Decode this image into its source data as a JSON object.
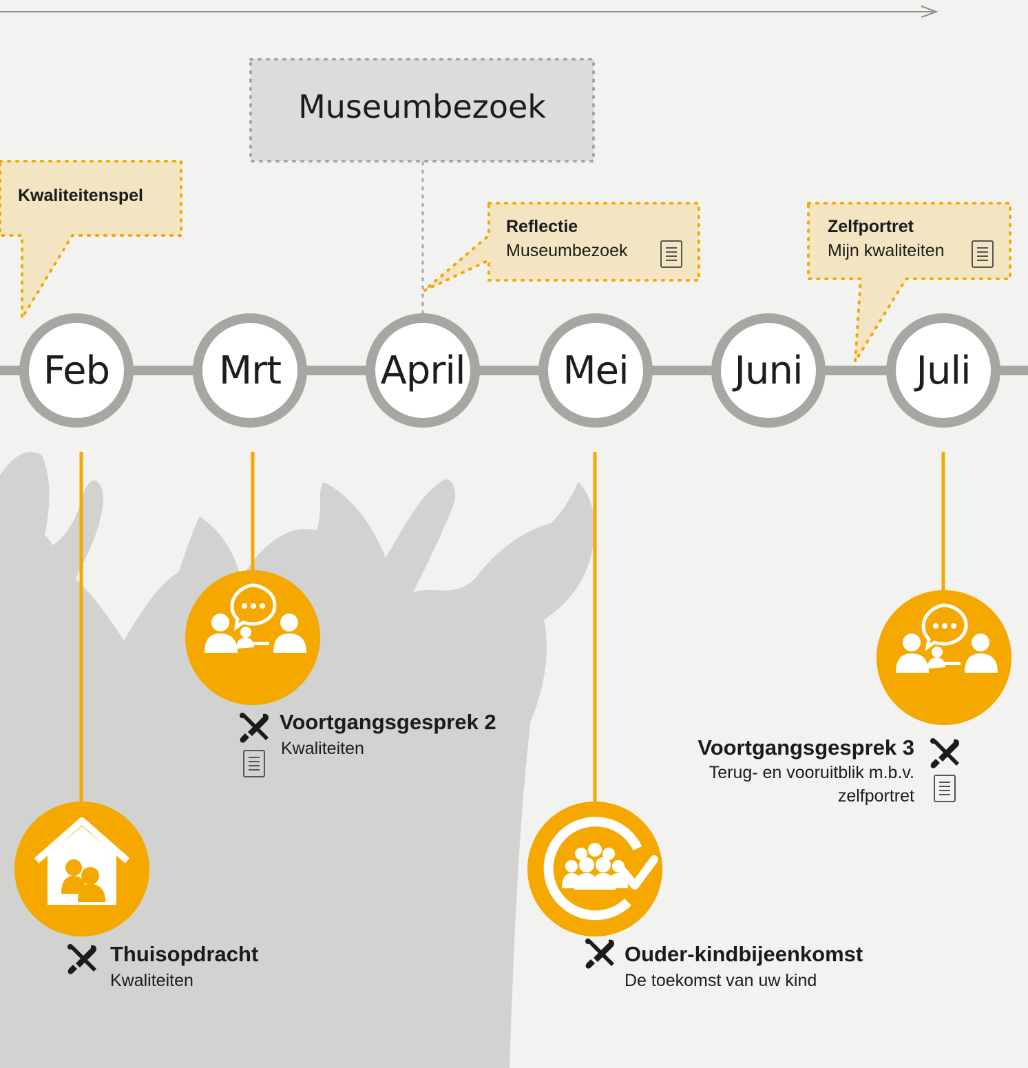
{
  "accent": "#f4a800",
  "callout_fill": "#f3e4c2",
  "line_gray": "#a6a6a3",
  "months": [
    "Feb",
    "Mrt",
    "April",
    "Mei",
    "Juni",
    "Juli"
  ],
  "museum": {
    "title": "Museumbezoek"
  },
  "callouts": {
    "kwaliteitenspel": {
      "title": "Kwaliteitenspel"
    },
    "reflectie": {
      "title": "Reflectie",
      "subtitle": "Museumbezoek"
    },
    "zelfportret": {
      "title": "Zelfportret",
      "subtitle": "Mijn kwaliteiten"
    }
  },
  "events": {
    "thuisopdracht": {
      "title": "Thuisopdracht",
      "subtitle": "Kwaliteiten",
      "icon": "house-family-icon"
    },
    "voortgang2": {
      "title": "Voortgangsgesprek 2",
      "subtitle": "Kwaliteiten",
      "icon": "conversation-icon"
    },
    "ouderkind": {
      "title": "Ouder-kindbijeenkomst",
      "subtitle": "De toekomst van uw kind",
      "icon": "group-cycle-icon"
    },
    "voortgang3": {
      "title": "Voortgangsgesprek 3",
      "subtitle_line1": "Terug- en vooruitblik m.b.v.",
      "subtitle_line2": "zelfportret",
      "icon": "conversation-icon"
    }
  }
}
